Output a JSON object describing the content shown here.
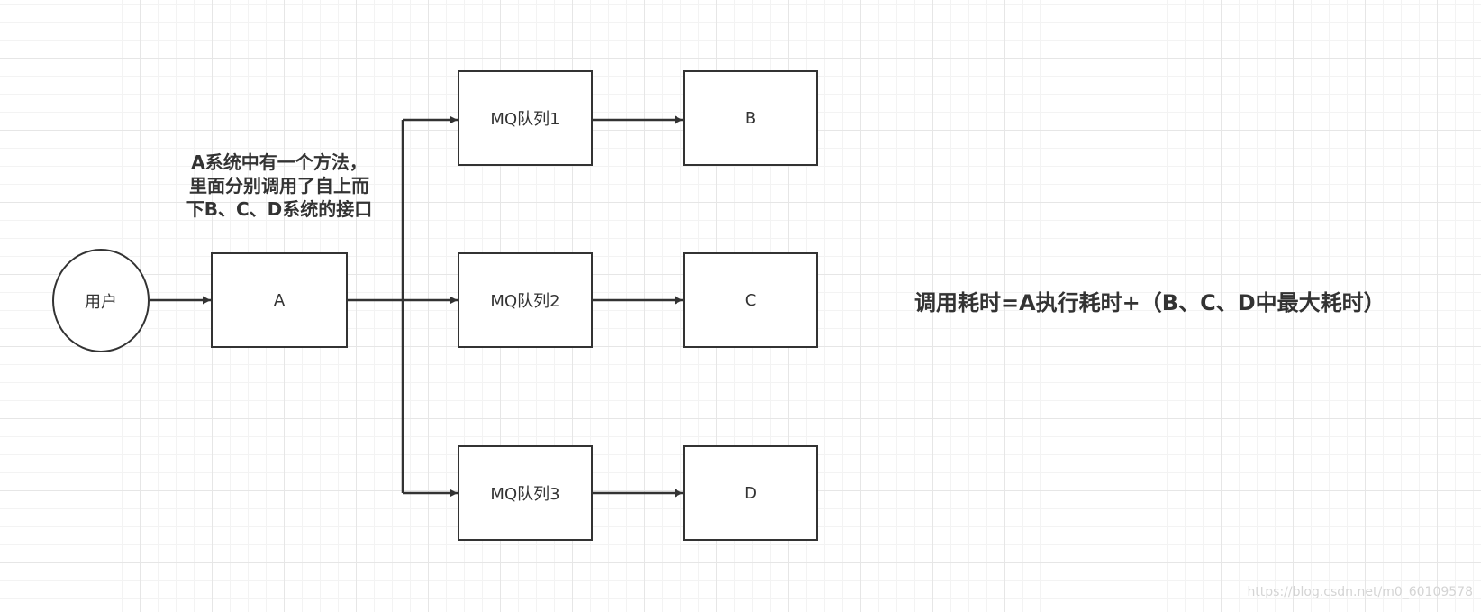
{
  "nodes": {
    "user": "用户",
    "a": "A",
    "mq1": "MQ队列1",
    "mq2": "MQ队列2",
    "mq3": "MQ队列3",
    "b": "B",
    "c": "C",
    "d": "D"
  },
  "note": {
    "line1": "A系统中有一个方法，",
    "line2": "里面分别调用了自上而",
    "line3": "下B、C、D系统的接口"
  },
  "formula": "调用耗时=A执行耗时+（B、C、D中最大耗时）",
  "watermark": "https://blog.csdn.net/m0_60109578",
  "colors": {
    "stroke": "#333333",
    "grid": "#e6e6e6",
    "watermark": "#d4d4d4"
  }
}
